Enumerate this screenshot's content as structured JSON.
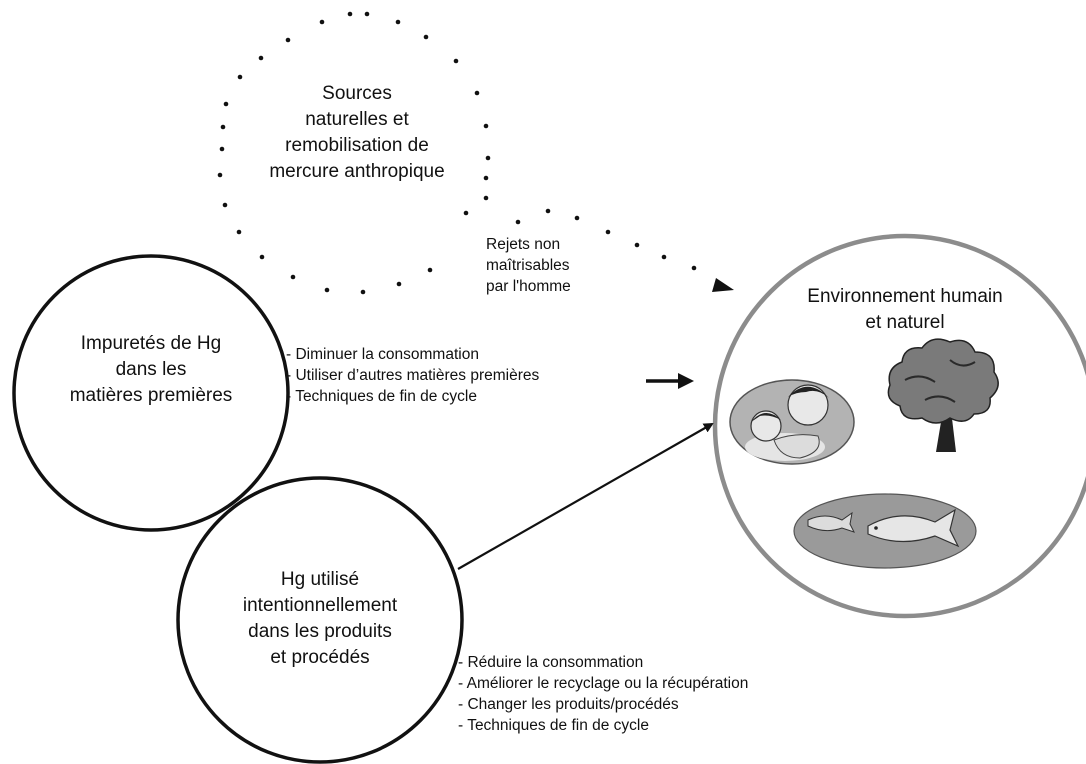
{
  "nodes": {
    "sources": {
      "lines": [
        "Sources",
        "naturelles et",
        "remobilisation de",
        "mercure anthropique"
      ]
    },
    "impurities": {
      "lines": [
        "Impuretés de Hg",
        "dans les",
        "matières premières"
      ]
    },
    "intentional": {
      "lines": [
        "Hg utilisé",
        "intentionnellement",
        "dans les produits",
        "et procédés"
      ]
    },
    "environment": {
      "lines": [
        "Environnement humain",
        "et naturel"
      ]
    }
  },
  "edges": {
    "uncontrolled": {
      "lines": [
        "Rejets non",
        "maîtrisables",
        "par l'homme"
      ]
    },
    "impurities_measures": [
      "- Diminuer la consommation",
      "- Utiliser d’autres matières premières",
      "- Techniques de fin de cycle"
    ],
    "intentional_measures": [
      "- Réduire la consommation",
      "- Améliorer le recyclage ou la récupération",
      "- Changer les produits/procédés",
      "- Techniques de fin de cycle"
    ]
  },
  "icons": {
    "people": "mother-child-icon",
    "tree": "tree-icon",
    "fish": "fish-icon"
  },
  "colors": {
    "environment_ring": "#8c8c8c",
    "icon_fill": "#a8a8a8",
    "dark": "#222222"
  }
}
